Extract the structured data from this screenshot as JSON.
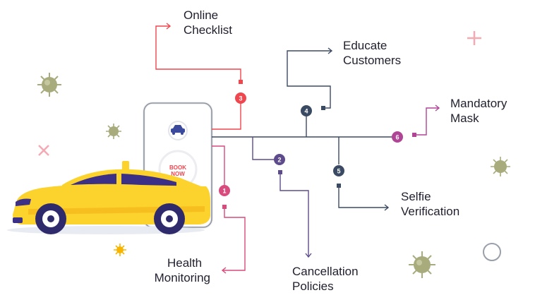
{
  "colors": {
    "red": "#f0464e",
    "pink": "#d94a7d",
    "navy": "#3b4a63",
    "purple": "#5e4b8b",
    "magenta": "#b04595",
    "car_yellow": "#fcd22c",
    "virus": "#a8ab7c"
  },
  "phone": {
    "book_line1": "BOOK",
    "book_line2": "NOW"
  },
  "features": [
    {
      "number": "1",
      "label_lines": [
        "Health",
        "Monitoring"
      ]
    },
    {
      "number": "2",
      "label_lines": [
        "Cancellation",
        "Policies"
      ]
    },
    {
      "number": "3",
      "label_lines": [
        "Online",
        "Checklist"
      ]
    },
    {
      "number": "4",
      "label_lines": [
        "Educate",
        "Customers"
      ]
    },
    {
      "number": "5",
      "label_lines": [
        "Selfie",
        "Verification"
      ]
    },
    {
      "number": "6",
      "label_lines": [
        "Mandatory",
        "Mask"
      ]
    }
  ]
}
